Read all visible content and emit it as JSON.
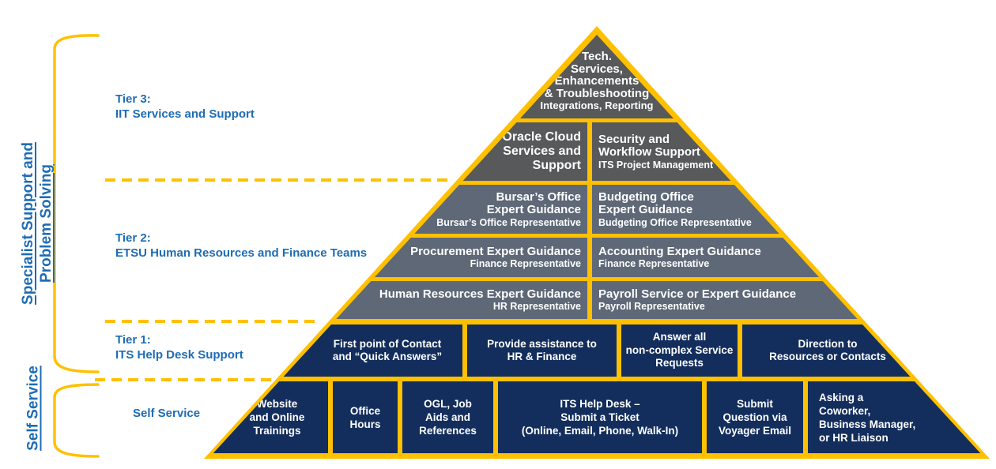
{
  "side": {
    "rotated_top": "Specialist Support and\nProblem Solving",
    "rotated_bottom": "Self Service",
    "tier3": {
      "title": "Tier 3:",
      "subtitle": "IIT Services and Support"
    },
    "tier2": {
      "title": "Tier 2:",
      "subtitle": "ETSU Human Resources and Finance Teams"
    },
    "tier1": {
      "title": "Tier 1:",
      "subtitle": "ITS Help Desk Support"
    },
    "self_service": "Self Service"
  },
  "pyramid": {
    "apex": {
      "title": "Tech.\nServices,\nEnhancements\n& Troubleshooting",
      "subtitle": "Integrations, Reporting"
    },
    "tier3_row": {
      "left": {
        "title": "Oracle Cloud\nServices and\nSupport"
      },
      "right": {
        "title": "Security and\nWorkflow Support",
        "subtitle": "ITS Project Management"
      }
    },
    "tier2_rows": [
      {
        "left": {
          "title": "Bursar’s Office\nExpert Guidance",
          "subtitle": "Bursar’s Office Representative"
        },
        "right": {
          "title": "Budgeting Office\nExpert Guidance",
          "subtitle": "Budgeting Office Representative"
        }
      },
      {
        "left": {
          "title": "Procurement Expert Guidance",
          "subtitle": "Finance Representative"
        },
        "right": {
          "title": "Accounting Expert Guidance",
          "subtitle": "Finance Representative"
        }
      },
      {
        "left": {
          "title": "Human Resources Expert Guidance",
          "subtitle": "HR Representative"
        },
        "right": {
          "title": "Payroll Service or Expert Guidance",
          "subtitle": "Payroll Representative"
        }
      }
    ],
    "tier1_cells": [
      "First point of Contact\nand “Quick Answers”",
      "Provide assistance to\nHR & Finance",
      "Answer all\nnon-complex Service\nRequests",
      "Direction to\nResources or Contacts"
    ],
    "self_cells": [
      "Website\nand Online\nTrainings",
      "Office\nHours",
      "OGL, Job\nAids and\nReferences",
      "ITS Help Desk –\nSubmit a Ticket\n(Online, Email, Phone, Walk-In)",
      "Submit\nQuestion via\nVoyager Email",
      "Asking a\nCoworker,\nBusiness Manager,\nor HR Liaison"
    ]
  },
  "colors": {
    "gold": "#FFC000",
    "dark_gray": "#58595B",
    "slate_gray": "#5E6877",
    "navy": "#132E5D",
    "label_blue": "#1D6CB4"
  }
}
